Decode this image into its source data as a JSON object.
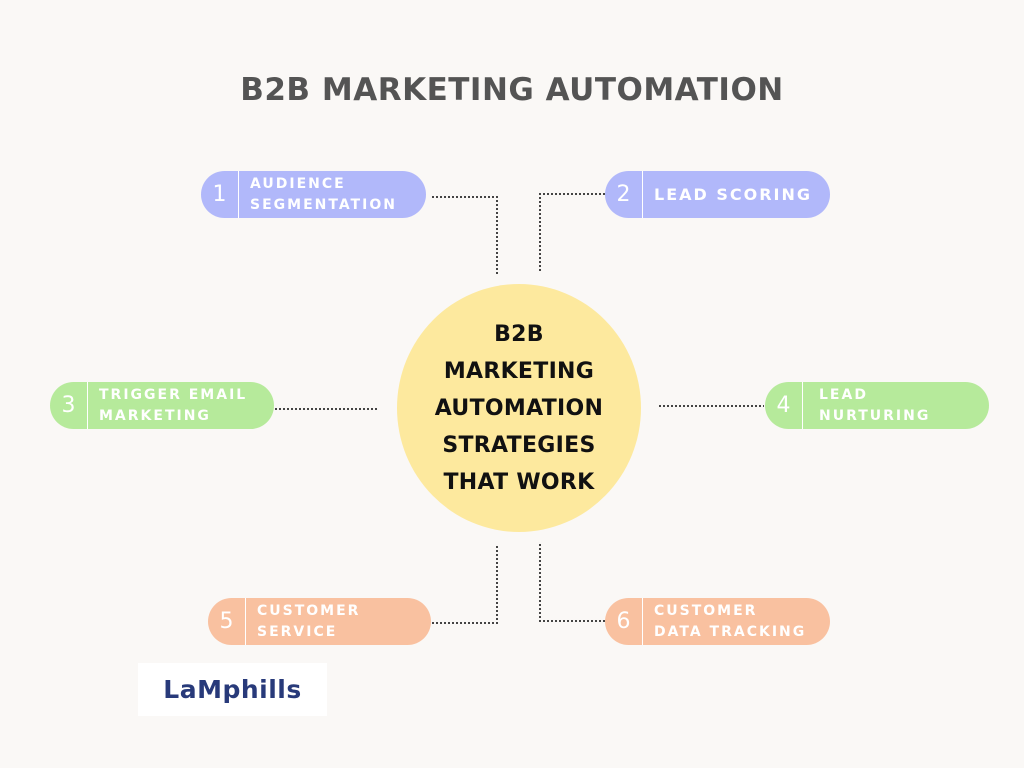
{
  "title": "B2B MARKETING AUTOMATION",
  "center": {
    "text": "B2B\nMARKETING\nAUTOMATION\nSTRATEGIES\nTHAT WORK"
  },
  "items": [
    {
      "number": "1",
      "label": "AUDIENCE\nSEGMENTATION"
    },
    {
      "number": "2",
      "label": "LEAD SCORING"
    },
    {
      "number": "3",
      "label": "TRIGGER EMAIL\nMARKETING"
    },
    {
      "number": "4",
      "label": "LEAD\nNURTURING"
    },
    {
      "number": "5",
      "label": "CUSTOMER\nSERVICE"
    },
    {
      "number": "6",
      "label": "CUSTOMER\nDATA TRACKING"
    }
  ],
  "logo": {
    "text": "LaMphills"
  },
  "colors": {
    "background": "#faf8f6",
    "purple": "#b1b8fa",
    "green": "#b6ea9b",
    "orange": "#f9c1a0",
    "center": "#fde99e",
    "title": "#545454"
  }
}
